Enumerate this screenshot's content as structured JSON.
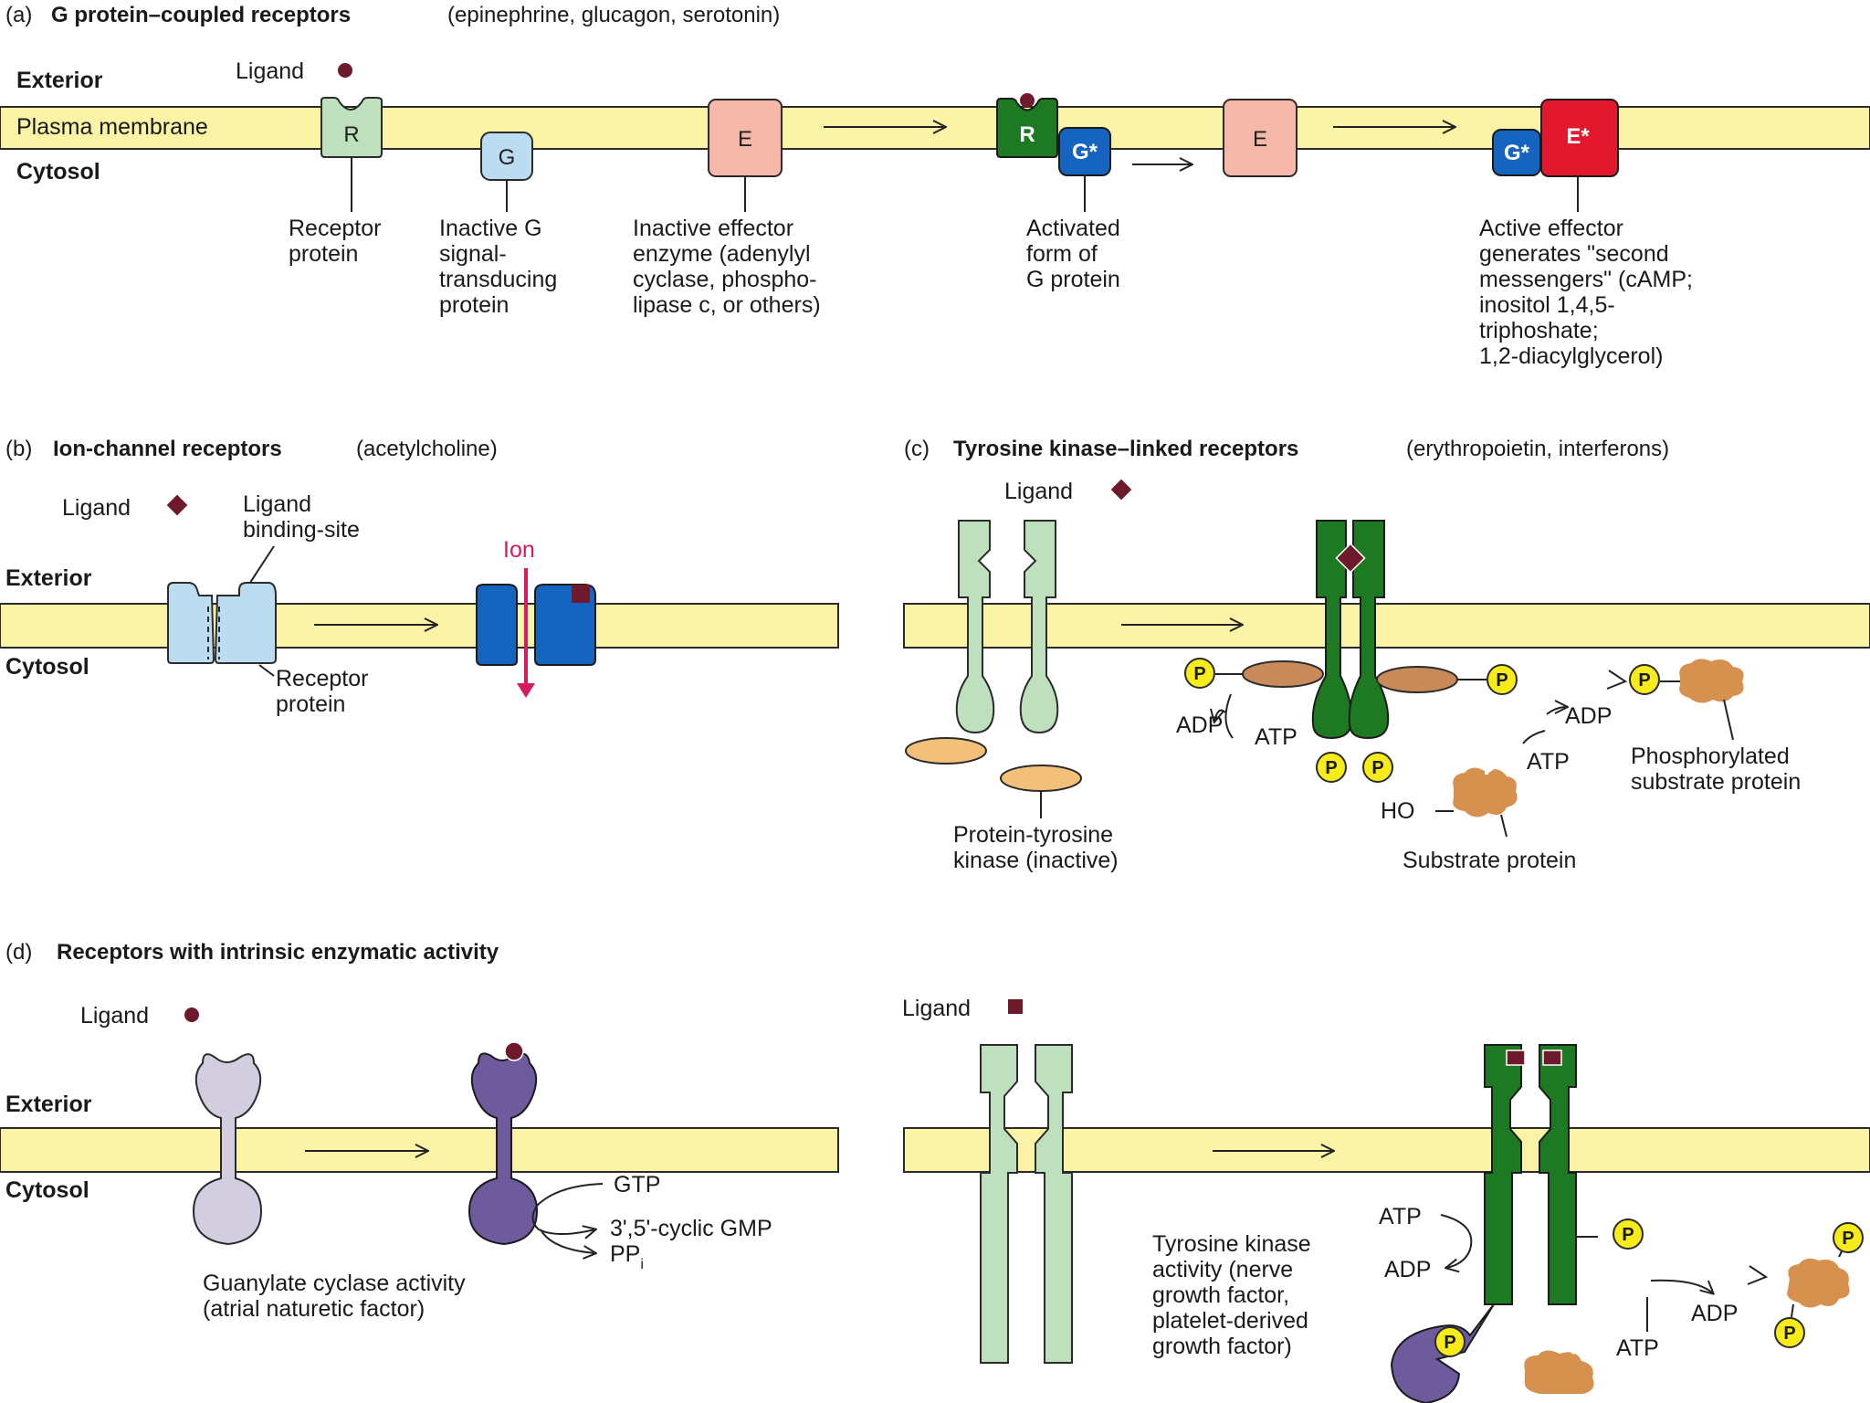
{
  "panel_a": {
    "tag": "(a)",
    "title": "G protein–coupled receptors",
    "subtitle": "(epinephrine, glucagon, serotonin)",
    "exterior": "Exterior",
    "membrane": "Plasma membrane",
    "cytosol": "Cytosol",
    "ligand": "Ligand",
    "r": "R",
    "g": "G",
    "e": "E",
    "g_active": "G*",
    "e_active": "E*",
    "receptor_label": [
      "Receptor",
      "protein"
    ],
    "g_label": [
      "Inactive G",
      "signal-",
      "transducing",
      "protein"
    ],
    "e_label": [
      "Inactive effector",
      "enzyme (adenylyl",
      "cyclase, phospho-",
      "lipase c, or others)"
    ],
    "activated_label": [
      "Activated",
      "form of",
      "G protein"
    ],
    "active_label": [
      "Active effector",
      "generates \"second",
      "messengers\" (cAMP;",
      "inositol 1,4,5-",
      "triphoshate;",
      "1,2-diacylglycerol)"
    ]
  },
  "panel_b": {
    "tag": "(b)",
    "title": "Ion-channel receptors",
    "subtitle": "(acetylcholine)",
    "ligand": "Ligand",
    "binding_site": [
      "Ligand",
      "binding-site"
    ],
    "exterior": "Exterior",
    "cytosol": "Cytosol",
    "receptor_label": [
      "Receptor",
      "protein"
    ],
    "ion": "Ion"
  },
  "panel_c": {
    "tag": "(c)",
    "title": "Tyrosine kinase–linked receptors",
    "subtitle": "(erythropoietin, interferons)",
    "ligand": "Ligand",
    "p": "P",
    "adp": "ADP",
    "atp": "ATP",
    "adp2": "ADP",
    "atp2": "ATP",
    "ho": "HO",
    "kinase_label": [
      "Protein-tyrosine",
      "kinase (inactive)"
    ],
    "substrate_label": "Substrate protein",
    "phospho_label": [
      "Phosphorylated",
      "substrate protein"
    ]
  },
  "panel_d": {
    "tag": "(d)",
    "title": "Receptors with intrinsic enzymatic activity",
    "ligand_left": "Ligand",
    "ligand_right": "Ligand",
    "exterior": "Exterior",
    "cytosol": "Cytosol",
    "gtp": "GTP",
    "cgmp": "3',5'-cyclic GMP",
    "ppi": "PP",
    "ppi_sub": "i",
    "guanylate_label": [
      "Guanylate cyclase activity",
      "(atrial naturetic factor)"
    ],
    "atp": "ATP",
    "adp": "ADP",
    "adp2": "ADP",
    "atp2": "ATP",
    "p": "P",
    "tk_label": [
      "Tyrosine kinase",
      "activity (nerve",
      "growth factor,",
      "platelet-derived",
      "growth factor)"
    ]
  },
  "colors": {
    "membrane": "#fbf3a6",
    "receptor_light_green": "#bfe0bd",
    "g_light_blue": "#bcdcf1",
    "effector_pink": "#f6b9a9",
    "receptor_dark_green": "#1e7a22",
    "g_active_blue": "#1565c0",
    "effector_active_red": "#e3172d",
    "ligand_maroon": "#6e1a2c",
    "ion_magenta": "#d81b60",
    "kinase_tan": "#f3c07a",
    "kinase_active_brown": "#c98a5a",
    "substrate_tan": "#d6914f",
    "phosphate_yellow": "#f7ec1a",
    "guanylate_lavender": "#d3cde0",
    "guanylate_purple": "#6e5b9e"
  }
}
